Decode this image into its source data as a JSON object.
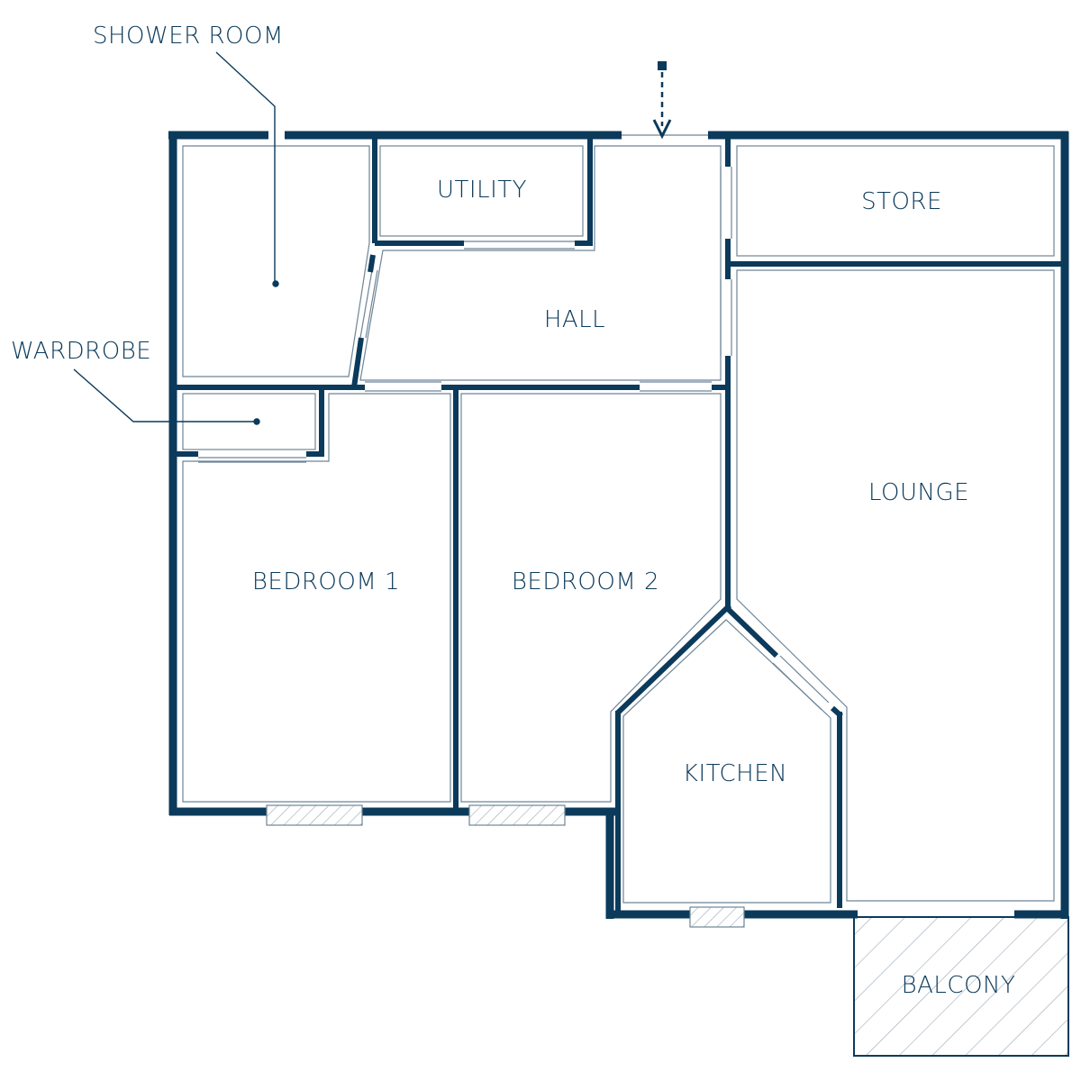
{
  "rooms": {
    "shower_room": "SHOWER ROOM",
    "utility": "UTILITY",
    "hall": "HALL",
    "store": "STORE",
    "wardrobe": "WARDROBE",
    "lounge": "LOUNGE",
    "bedroom_1": "BEDROOM 1",
    "bedroom_2": "BEDROOM 2",
    "kitchen": "KITCHEN",
    "balcony": "BALCONY"
  },
  "colors": {
    "wall": "#0b3a5b",
    "inner_line": "#6d8597",
    "hatch": "#9aa9b5",
    "background": "#ffffff"
  },
  "icons": {
    "entrance": "entrance-arrow-icon"
  }
}
